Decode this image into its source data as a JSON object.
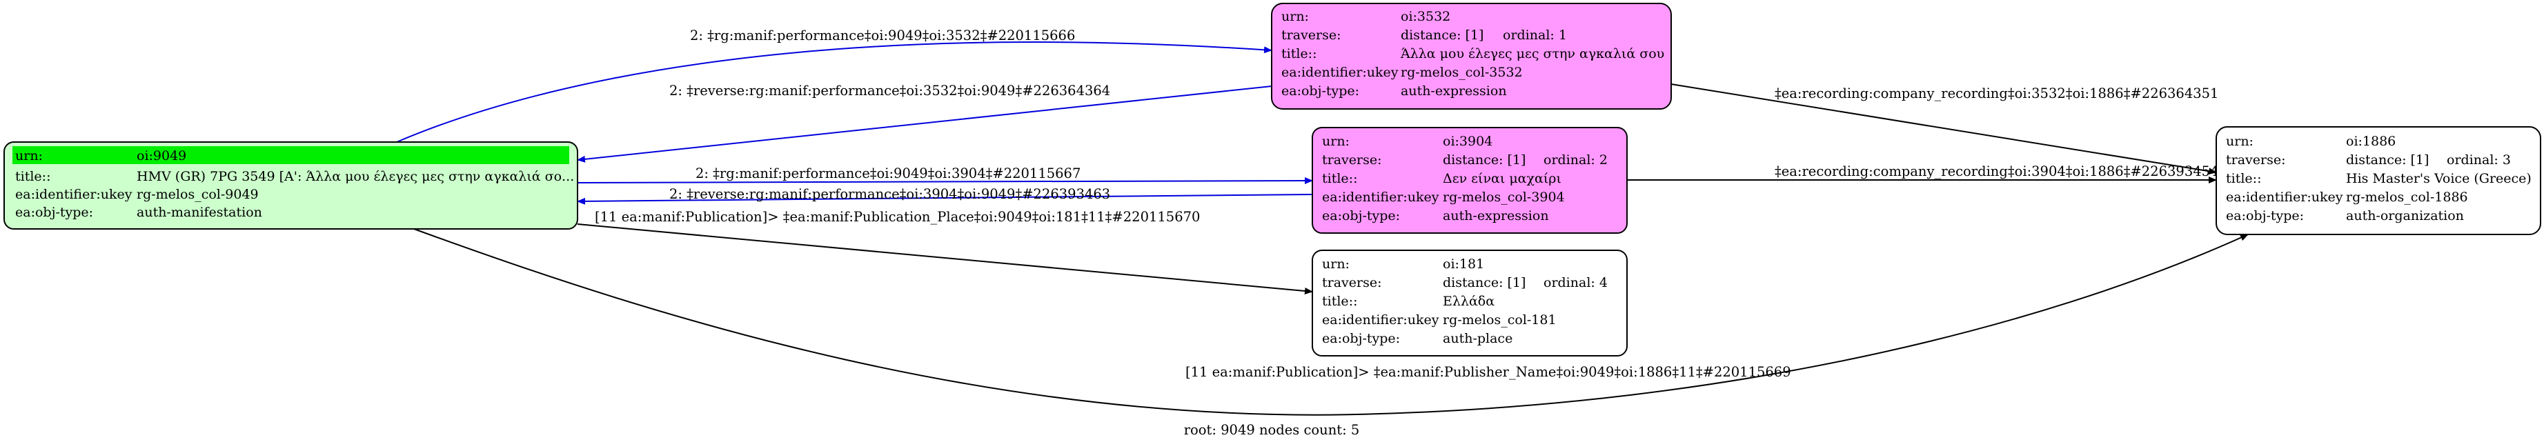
{
  "colors": {
    "root_fill": "#ccffcc",
    "root_highlight": "#00ee00",
    "expression_fill": "#ff99ff",
    "plain_fill": "#ffffff",
    "blue_edge": "#0000dd",
    "black_edge": "#000000"
  },
  "nodes": {
    "n9049": {
      "urn_key": "urn:",
      "urn_val": "oi:9049",
      "r1_key": "title::",
      "r1_val": "HMV (GR) 7PG 3549 [A': Άλλα μου έλεγες μες στην αγκαλιά σο...",
      "r2_key": "ea:identifier:ukey",
      "r2_val": "rg-melos_col-9049",
      "r3_key": "ea:obj-type:",
      "r3_val": "auth-manifestation"
    },
    "n3532": {
      "urn_key": "urn:",
      "urn_val": "oi:3532",
      "tr_key": "traverse:",
      "tr_dist": "distance: [1]",
      "tr_ord": "ordinal: 1",
      "r1_key": "title::",
      "r1_val": "Άλλα μου έλεγες μες στην αγκαλιά σου",
      "r2_key": "ea:identifier:ukey",
      "r2_val": "rg-melos_col-3532",
      "r3_key": "ea:obj-type:",
      "r3_val": "auth-expression"
    },
    "n3904": {
      "urn_key": "urn:",
      "urn_val": "oi:3904",
      "tr_key": "traverse:",
      "tr_dist": "distance: [1]",
      "tr_ord": "ordinal: 2",
      "r1_key": "title::",
      "r1_val": "Δεν είναι μαχαίρι",
      "r2_key": "ea:identifier:ukey",
      "r2_val": "rg-melos_col-3904",
      "r3_key": "ea:obj-type:",
      "r3_val": "auth-expression"
    },
    "n181": {
      "urn_key": "urn:",
      "urn_val": "oi:181",
      "tr_key": "traverse:",
      "tr_dist": "distance: [1]",
      "tr_ord": "ordinal: 4",
      "r1_key": "title::",
      "r1_val": "Ελλάδα",
      "r2_key": "ea:identifier:ukey",
      "r2_val": "rg-melos_col-181",
      "r3_key": "ea:obj-type:",
      "r3_val": "auth-place"
    },
    "n1886": {
      "urn_key": "urn:",
      "urn_val": "oi:1886",
      "tr_key": "traverse:",
      "tr_dist": "distance: [1]",
      "tr_ord": "ordinal: 3",
      "r1_key": "title::",
      "r1_val": "His Master's Voice (Greece)",
      "r2_key": "ea:identifier:ukey",
      "r2_val": "rg-melos_col-1886",
      "r3_key": "ea:obj-type:",
      "r3_val": "auth-organization"
    }
  },
  "edges": {
    "e1": "2: ‡rg:manif:performance‡oi:9049‡oi:3532‡#220115666",
    "e2": "2: ‡reverse:rg:manif:performance‡oi:3532‡oi:9049‡#226364364",
    "e3": "2: ‡rg:manif:performance‡oi:9049‡oi:3904‡#220115667",
    "e4": "2: ‡reverse:rg:manif:performance‡oi:3904‡oi:9049‡#226393463",
    "e5": "[11 ea:manif:Publication]> ‡ea:manif:Publication_Place‡oi:9049‡oi:181‡11‡#220115670",
    "e6": "‡ea:recording:company_recording‡oi:3532‡oi:1886‡#226364351",
    "e7": "‡ea:recording:company_recording‡oi:3904‡oi:1886‡#226393454",
    "e8": "[11 ea:manif:Publication]> ‡ea:manif:Publisher_Name‡oi:9049‡oi:1886‡11‡#220115669"
  },
  "footer": "root: 9049 nodes count: 5"
}
